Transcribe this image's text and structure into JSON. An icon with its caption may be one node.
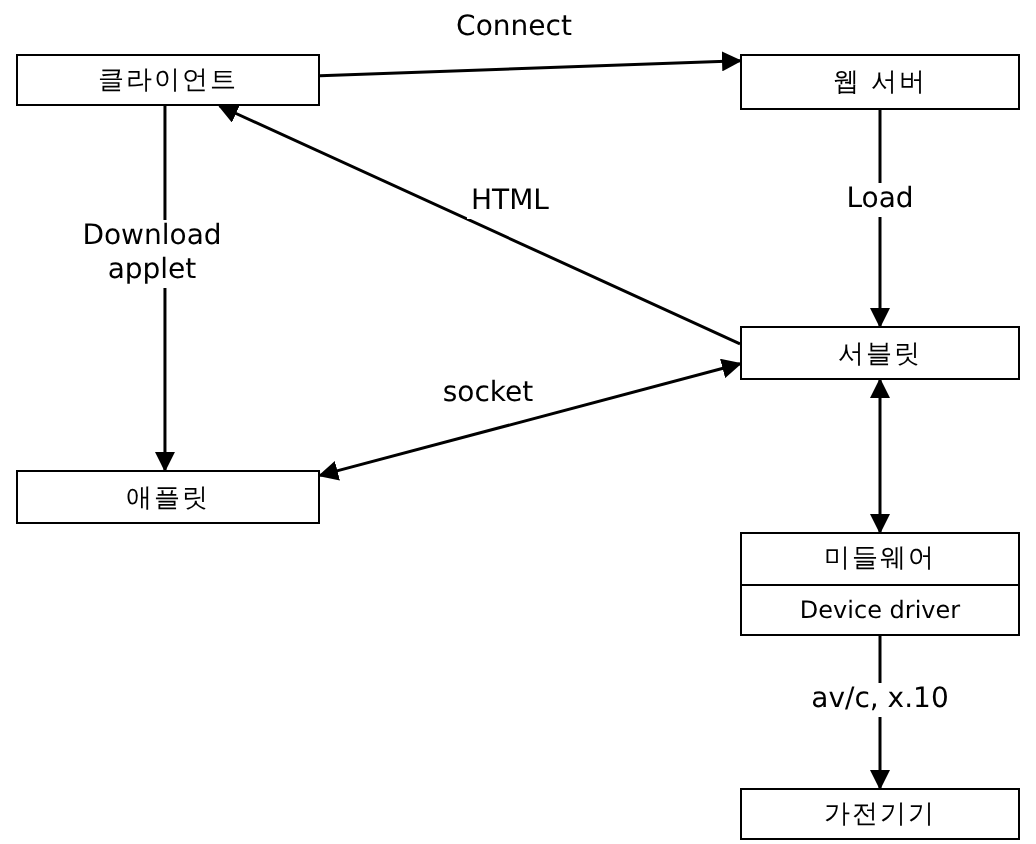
{
  "diagram": {
    "nodes": [
      {
        "text": [
          "클라이언트"
        ]
      },
      {
        "text": [
          "웹 서버"
        ]
      },
      {
        "text": [
          "서블릿"
        ]
      },
      {
        "text": [
          "애플릿"
        ]
      },
      {
        "text": [
          "미들웨어",
          "Device driver"
        ]
      },
      {
        "text": [
          "가전기기"
        ]
      }
    ],
    "edges": [
      {
        "from": 0,
        "to": 1,
        "arrow": "to",
        "label": "Connect"
      },
      {
        "from": 2,
        "to": 0,
        "arrow": "to",
        "label": "HTML"
      },
      {
        "from": 0,
        "to": 3,
        "arrow": "to",
        "label": "Download applet"
      },
      {
        "from": 1,
        "to": 2,
        "arrow": "to",
        "label": "Load"
      },
      {
        "from": 2,
        "to": 3,
        "arrow": "both",
        "label": "socket"
      },
      {
        "from": 2,
        "to": 4,
        "arrow": "both"
      },
      {
        "from": 4,
        "to": 5,
        "arrow": "to",
        "label": "av/c, x.10"
      }
    ]
  }
}
